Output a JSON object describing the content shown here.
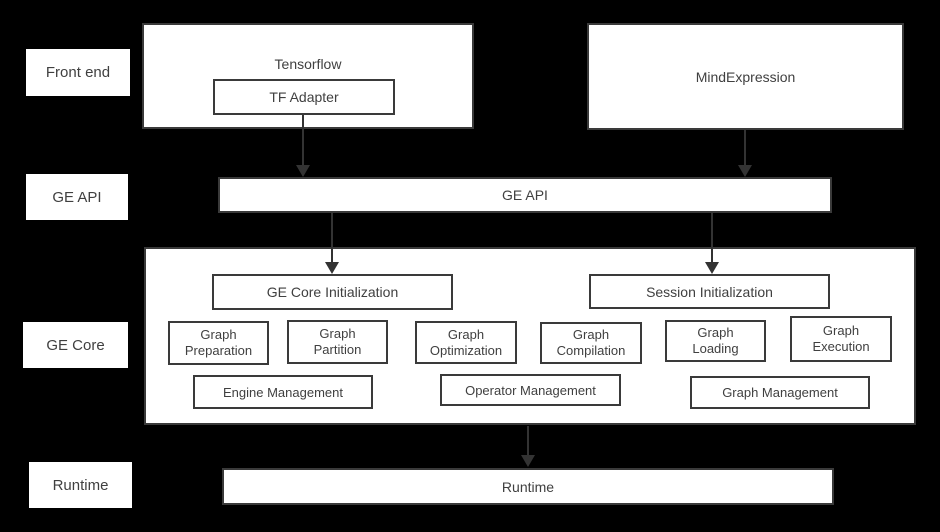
{
  "colors": {
    "background": "#000000",
    "box_fill": "#ffffff",
    "box_border": "#3a3a3a",
    "text": "#404040",
    "arrow": "#333333"
  },
  "side_labels": {
    "front_end": "Front end",
    "ge_api": "GE API",
    "ge_core": "GE Core",
    "runtime": "Runtime"
  },
  "front_end_row": {
    "tensorflow_label": "Tensorflow",
    "tf_adapter_label": "TF Adapter",
    "mindexpression_label": "MindExpression"
  },
  "ge_api_bar": {
    "label": "GE API"
  },
  "ge_core_box": {
    "ge_core_init_label": "GE Core Initialization",
    "session_init_label": "Session Initialization",
    "stages": {
      "graph_preparation": "Graph Preparation",
      "graph_partition": "Graph Partition",
      "graph_optimization": "Graph Optimization",
      "graph_compilation": "Graph Compilation",
      "graph_loading": "Graph Loading",
      "graph_execution": "Graph Execution"
    },
    "management": {
      "engine": "Engine Management",
      "operator": "Operator Management",
      "graph": "Graph Management"
    }
  },
  "runtime_bar": {
    "label": "Runtime"
  }
}
